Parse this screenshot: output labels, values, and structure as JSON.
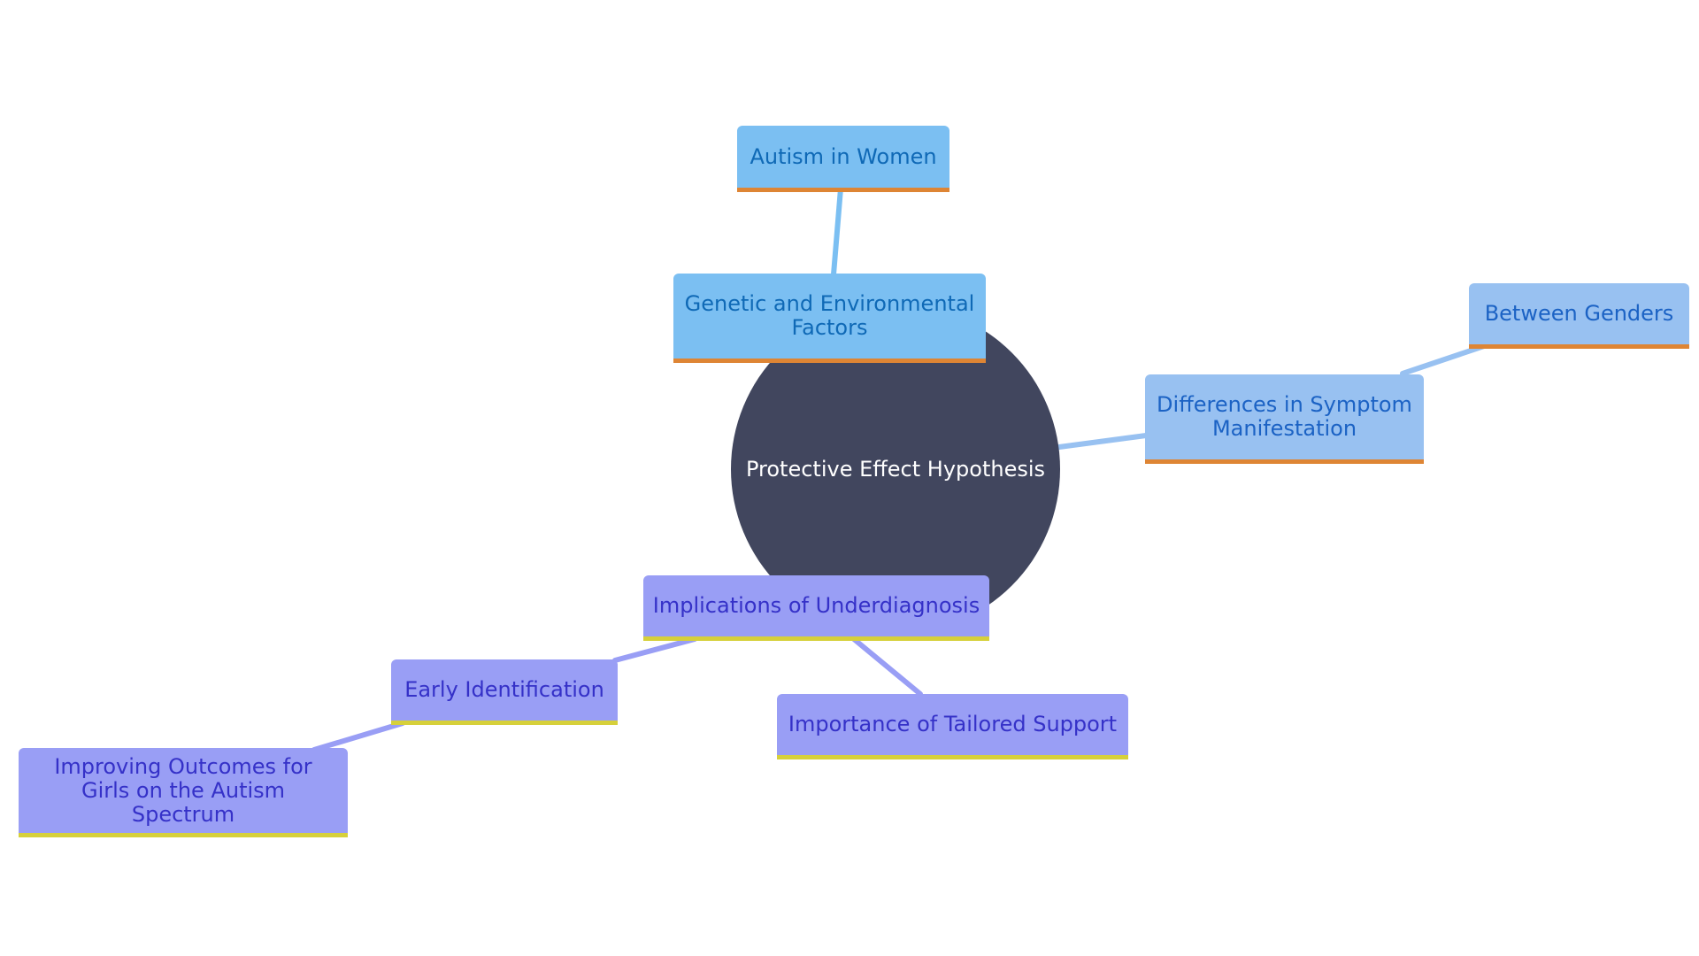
{
  "diagram": {
    "root": {
      "label": "Protective Effect Hypothesis"
    },
    "nodes": {
      "genetic": {
        "label": "Genetic and Environmental Factors"
      },
      "autism_women": {
        "label": "Autism in Women"
      },
      "differences": {
        "label": "Differences in Symptom Manifestation"
      },
      "between_genders": {
        "label": "Between Genders"
      },
      "implications": {
        "label": "Implications of Underdiagnosis"
      },
      "early_id": {
        "label": "Early Identification"
      },
      "improving": {
        "label": "Improving Outcomes for Girls on the Autism Spectrum"
      },
      "tailored": {
        "label": "Importance of Tailored Support"
      }
    },
    "edges": [
      {
        "from": "root",
        "to": "genetic",
        "color": "#7bbff2"
      },
      {
        "from": "genetic",
        "to": "autism_women",
        "color": "#7bbff2"
      },
      {
        "from": "root",
        "to": "differences",
        "color": "#98c1f1"
      },
      {
        "from": "differences",
        "to": "between_genders",
        "color": "#98c1f1"
      },
      {
        "from": "root",
        "to": "implications",
        "color": "#999ef5"
      },
      {
        "from": "implications",
        "to": "early_id",
        "color": "#999ef5"
      },
      {
        "from": "early_id",
        "to": "improving",
        "color": "#999ef5"
      },
      {
        "from": "implications",
        "to": "tailored",
        "color": "#999ef5"
      }
    ]
  }
}
